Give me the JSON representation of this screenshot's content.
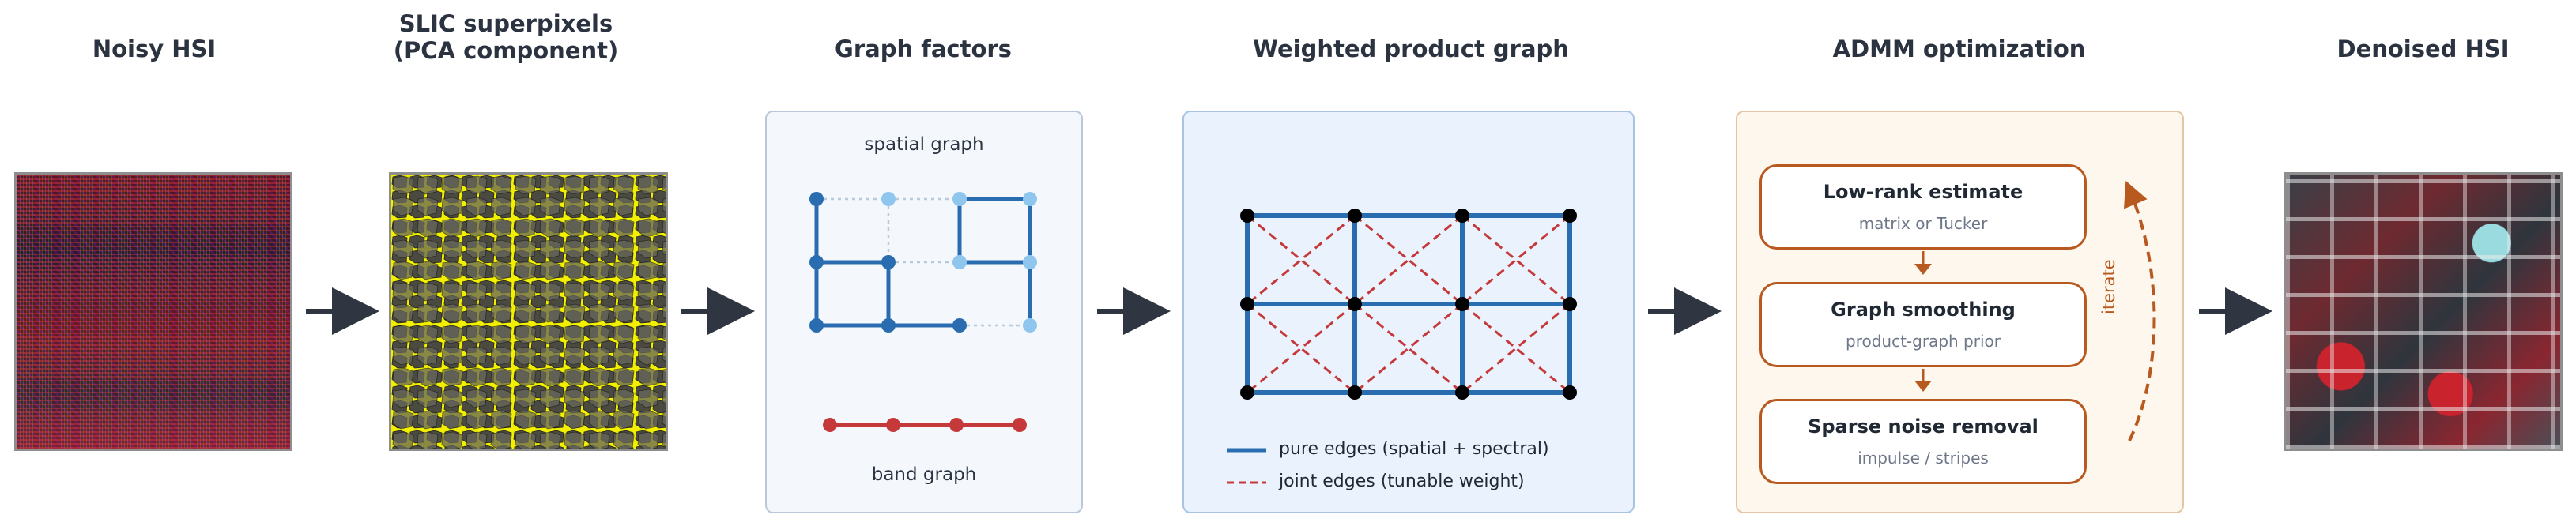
{
  "titles": {
    "noisy": "Noisy HSI",
    "slic_line1": "SLIC superpixels",
    "slic_line2": "(PCA component)",
    "factors": "Graph factors",
    "product": "Weighted product graph",
    "admm": "ADMM optimization",
    "denoised": "Denoised HSI"
  },
  "factors": {
    "spatial_label": "spatial graph",
    "band_label": "band graph"
  },
  "legend": {
    "pure": "pure edges (spatial + spectral)",
    "joint": "joint edges (tunable weight)"
  },
  "admm": {
    "steps": [
      {
        "title": "Low-rank estimate",
        "sub": "matrix or Tucker"
      },
      {
        "title": "Graph smoothing",
        "sub": "product-graph prior"
      },
      {
        "title": "Sparse noise removal",
        "sub": "impulse / stripes"
      }
    ],
    "loop_label": "iterate"
  },
  "colors": {
    "arrow": "#2f3541",
    "graph_blue": "#2a6cb0",
    "light_blue": "#8fc6ee",
    "band_red": "#c5393a",
    "admm_orange": "#b85a1f",
    "factors_bg": "#f4f8fc",
    "product_bg": "#eaf3fd",
    "admm_bg": "#fdf7ee"
  }
}
